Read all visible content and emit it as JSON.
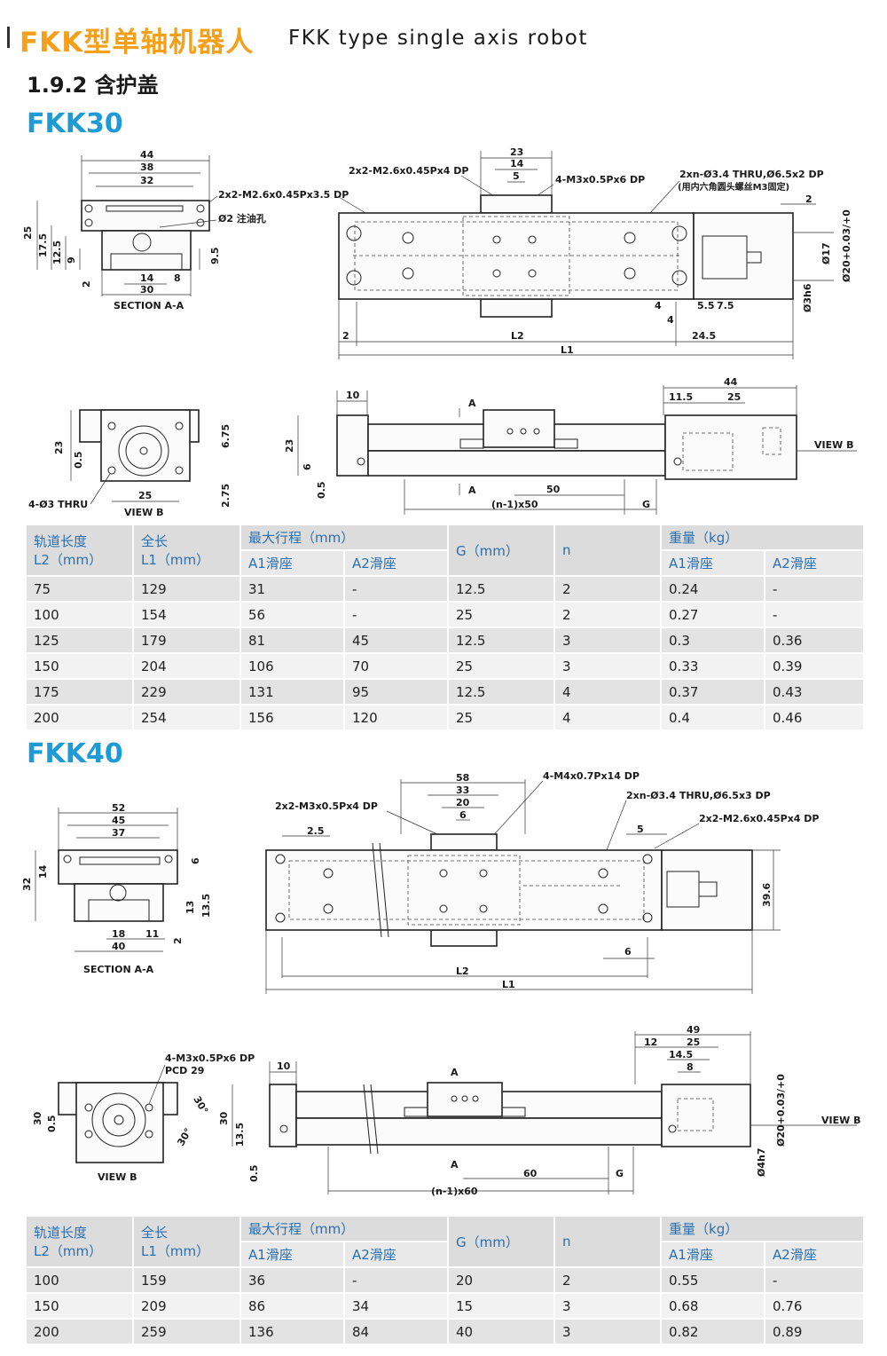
{
  "header": {
    "title_cn": "FKK型单轴机器人",
    "title_en": "FKK type single axis robot"
  },
  "section": {
    "title": "1.9.2 含护盖"
  },
  "fkk30": {
    "model": "FKK30",
    "labels": {
      "w44": "44",
      "w38": "38",
      "w32": "32",
      "tap1": "2x2-M2.6x0.45Px3.5 DP",
      "oil": "Ø2 注油孔",
      "h25": "25",
      "h175": "17.5",
      "h125": "12.5",
      "h9": "9",
      "h95": "9.5",
      "h2": "2",
      "b14": "14",
      "b8": "8",
      "b30": "30",
      "secaa": "SECTION A-A",
      "t23": "23",
      "t14": "14",
      "t5": "5",
      "tapA": "2x2-M2.6x0.45Px4 DP",
      "tapB": "4-M3x0.5Px6 DP",
      "thru": "2xn-Ø3.4 THRU,Ø6.5x2 DP",
      "thru_note": "(用内六角圆头螺丝M3固定)",
      "t2": "2",
      "d17": "Ø17",
      "d20": "Ø20+0.03/+0",
      "d3h6": "Ø3h6",
      "s4a": "4",
      "s4b": "4",
      "s55": "5.5",
      "s75": "7.5",
      "l2": "2",
      "lL2": "L2",
      "l245": "24.5",
      "lL1": "L1",
      "v23": "23",
      "v05": "0.5",
      "v675": "6.75",
      "v275": "2.75",
      "v25": "25",
      "v4d3": "4-Ø3 THRU",
      "viewb": "VIEW B",
      "s10": "10",
      "sA": "A",
      "sA2": "A",
      "s23": "23",
      "s6": "6",
      "s05": "0.5",
      "s50": "50",
      "sn50": "(n-1)x50",
      "sG": "G",
      "s44": "44",
      "s115": "11.5",
      "s25": "25",
      "sviewb": "VIEW B"
    },
    "table": {
      "h_rail": "轨道长度\nL2（mm）",
      "h_len": "全长\nL1（mm）",
      "h_stroke": "最大行程（mm）",
      "h_g": "G（mm）",
      "h_n": "n",
      "h_weight": "重量（kg）",
      "h_a1": "A1滑座",
      "h_a2": "A2滑座",
      "h_wa1": "A1滑座",
      "h_wa2": "A2滑座",
      "rows": [
        [
          "75",
          "129",
          "31",
          "-",
          "12.5",
          "2",
          "0.24",
          "-"
        ],
        [
          "100",
          "154",
          "56",
          "-",
          "25",
          "2",
          "0.27",
          "-"
        ],
        [
          "125",
          "179",
          "81",
          "45",
          "12.5",
          "3",
          "0.3",
          "0.36"
        ],
        [
          "150",
          "204",
          "106",
          "70",
          "25",
          "3",
          "0.33",
          "0.39"
        ],
        [
          "175",
          "229",
          "131",
          "95",
          "12.5",
          "4",
          "0.37",
          "0.43"
        ],
        [
          "200",
          "254",
          "156",
          "120",
          "25",
          "4",
          "0.4",
          "0.46"
        ]
      ]
    }
  },
  "fkk40": {
    "model": "FKK40",
    "labels": {
      "w52": "52",
      "w45": "45",
      "w37": "37",
      "h32": "32",
      "h14": "14",
      "h6": "6",
      "h13": "13",
      "h135": "13.5",
      "b18": "18",
      "b11": "11",
      "b40": "40",
      "b2": "2",
      "secaa": "SECTION A-A",
      "t58": "58",
      "t33": "33",
      "t20": "20",
      "t6": "6",
      "tapA": "4-M4x0.7Px14 DP",
      "tapB": "2x2-M3x0.5Px4 DP",
      "thru": "2xn-Ø3.4 THRU,Ø6.5x3 DP",
      "tapC": "2x2-M2.6x0.45Px4 DP",
      "d25": "2.5",
      "d5": "5",
      "d396": "39.6",
      "d6": "6",
      "lL2": "L2",
      "lL1": "L1",
      "vtap": "4-M3x0.5Px6 DP",
      "vpcd": "PCD 29",
      "v30": "30",
      "v05": "0.5",
      "va30": "30°",
      "va30b": "30°",
      "viewb": "VIEW B",
      "s10": "10",
      "sA": "A",
      "sA2": "A",
      "s30": "30",
      "s135": "13.5",
      "s05": "0.5",
      "s60": "60",
      "sn60": "(n-1)x60",
      "sG": "G",
      "s49": "49",
      "s12": "12",
      "s25": "25",
      "s145": "14.5",
      "s8": "8",
      "sd20": "Ø20+0.03/+0",
      "s4h7": "Ø4h7",
      "sviewb": "VIEW B"
    },
    "table": {
      "h_rail": "轨道长度\nL2（mm）",
      "h_len": "全长\nL1（mm）",
      "h_stroke": "最大行程（mm）",
      "h_g": "G（mm）",
      "h_n": "n",
      "h_weight": "重量（kg）",
      "h_a1": "A1滑座",
      "h_a2": "A2滑座",
      "h_wa1": "A1滑座",
      "h_wa2": "A2滑座",
      "rows": [
        [
          "100",
          "159",
          "36",
          "-",
          "20",
          "2",
          "0.55",
          "-"
        ],
        [
          "150",
          "209",
          "86",
          "34",
          "15",
          "3",
          "0.68",
          "0.76"
        ],
        [
          "200",
          "259",
          "136",
          "84",
          "40",
          "3",
          "0.82",
          "0.89"
        ]
      ]
    }
  }
}
